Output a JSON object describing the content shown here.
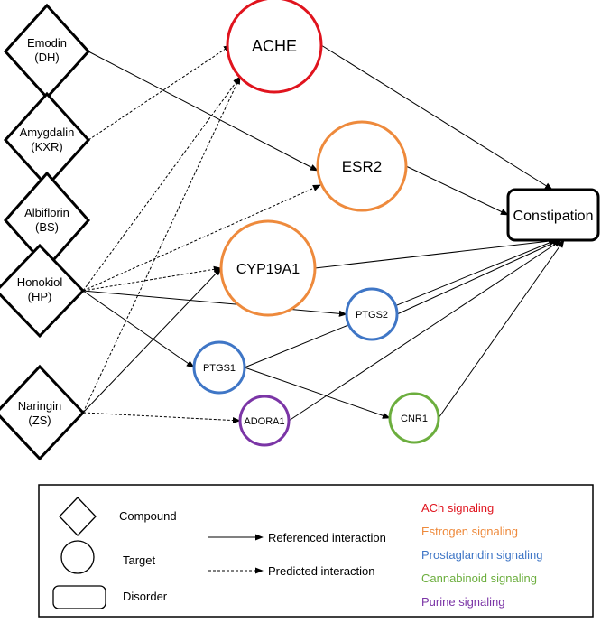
{
  "compounds": [
    {
      "id": "emodin",
      "name": "Emodin",
      "code": "(DH)"
    },
    {
      "id": "amygdalin",
      "name": "Amygdalin",
      "code": "(KXR)"
    },
    {
      "id": "albiflorin",
      "name": "Albiflorin",
      "code": "(BS)"
    },
    {
      "id": "honokiol",
      "name": "Honokiol",
      "code": "(HP)"
    },
    {
      "id": "naringin",
      "name": "Naringin",
      "code": "(ZS)"
    }
  ],
  "targets": [
    {
      "id": "ache",
      "label": "ACHE",
      "signaling": "ACh signaling"
    },
    {
      "id": "esr2",
      "label": "ESR2",
      "signaling": "Estrogen signaling"
    },
    {
      "id": "cyp19a1",
      "label": "CYP19A1",
      "signaling": "Estrogen signaling"
    },
    {
      "id": "ptgs2",
      "label": "PTGS2",
      "signaling": "Prostaglandin signaling"
    },
    {
      "id": "ptgs1",
      "label": "PTGS1",
      "signaling": "Prostaglandin signaling"
    },
    {
      "id": "adora1",
      "label": "ADORA1",
      "signaling": "Purine signaling"
    },
    {
      "id": "cnr1",
      "label": "CNR1",
      "signaling": "Cannabinoid signaling"
    }
  ],
  "disorder": {
    "id": "constipation",
    "label": "Constipation"
  },
  "edges": [
    {
      "from": "emodin",
      "to": "esr2",
      "type": "referenced"
    },
    {
      "from": "amygdalin",
      "to": "ache",
      "type": "predicted"
    },
    {
      "from": "honokiol",
      "to": "ache",
      "type": "predicted"
    },
    {
      "from": "honokiol",
      "to": "esr2",
      "type": "predicted"
    },
    {
      "from": "honokiol",
      "to": "cyp19a1",
      "type": "predicted"
    },
    {
      "from": "honokiol",
      "to": "ptgs2",
      "type": "referenced"
    },
    {
      "from": "honokiol",
      "to": "ptgs1",
      "type": "referenced"
    },
    {
      "from": "naringin",
      "to": "ache",
      "type": "predicted"
    },
    {
      "from": "naringin",
      "to": "cyp19a1",
      "type": "referenced"
    },
    {
      "from": "naringin",
      "to": "adora1",
      "type": "predicted"
    },
    {
      "from": "ptgs1",
      "to": "cnr1",
      "type": "referenced"
    },
    {
      "from": "ache",
      "to": "constipation",
      "type": "referenced"
    },
    {
      "from": "esr2",
      "to": "constipation",
      "type": "referenced"
    },
    {
      "from": "cyp19a1",
      "to": "constipation",
      "type": "referenced"
    },
    {
      "from": "ptgs1",
      "to": "constipation",
      "type": "referenced"
    },
    {
      "from": "ptgs2",
      "to": "constipation",
      "type": "referenced"
    },
    {
      "from": "adora1",
      "to": "constipation",
      "type": "referenced"
    },
    {
      "from": "cnr1",
      "to": "constipation",
      "type": "referenced"
    }
  ],
  "legend": {
    "compound": "Compound",
    "target": "Target",
    "disorder": "Disorder",
    "referenced": "Referenced interaction",
    "predicted": "Predicted interaction",
    "categories": [
      {
        "key": "ach",
        "label": "ACh signaling",
        "color": "#e0141e"
      },
      {
        "key": "estrogen",
        "label": "Estrogen signaling",
        "color": "#ee8a3c"
      },
      {
        "key": "prostaglandin",
        "label": "Prostaglandin signaling",
        "color": "#3f76c6"
      },
      {
        "key": "cannabinoid",
        "label": "Cannabinoid signaling",
        "color": "#6cae3e"
      },
      {
        "key": "purine",
        "label": "Purine signaling",
        "color": "#7b35a6"
      }
    ]
  }
}
